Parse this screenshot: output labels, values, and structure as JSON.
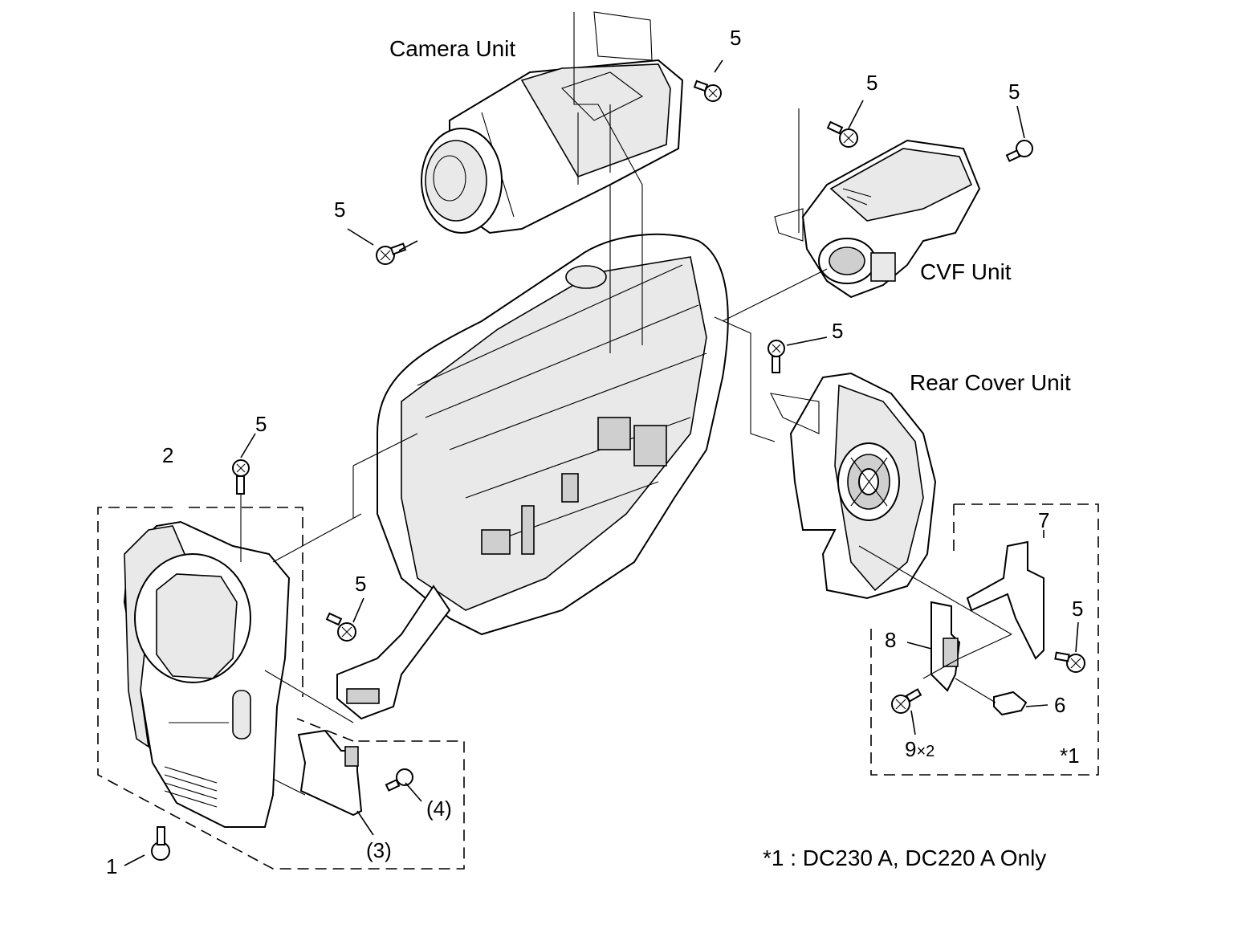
{
  "units": {
    "camera_unit": "Camera Unit",
    "cvf_unit": "CVF Unit",
    "rear_cover_unit": "Rear Cover Unit"
  },
  "callouts": {
    "screw_5": "5",
    "part_1": "1",
    "part_2": "2",
    "part_3": "(3)",
    "part_4": "(4)",
    "part_6": "6",
    "part_7": "7",
    "part_8": "8",
    "part_9": "9",
    "part_9_qty": "×2",
    "note_ref": "*1"
  },
  "footnote": "*1 : DC230 A, DC220 A Only"
}
